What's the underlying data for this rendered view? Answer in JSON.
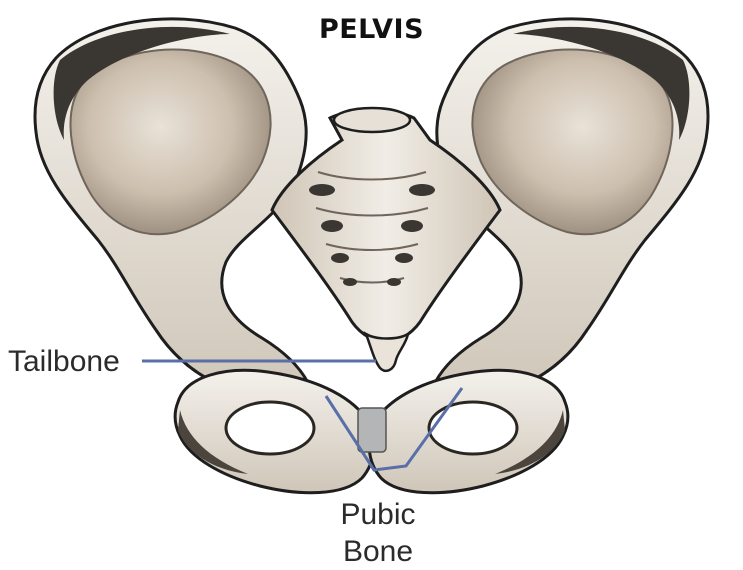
{
  "diagram": {
    "title": "PELVIS",
    "labels": {
      "tailbone": "Tailbone",
      "pubic_line1": "Pubic",
      "pubic_line2": "Bone"
    },
    "colors": {
      "bone_light": "#f1ede6",
      "bone_mid": "#c9bfb1",
      "bone_shadow": "#8f857a",
      "outline": "#1e1e1e",
      "pointer_line": "#5a6fa8",
      "cartilage": "#b3b5b6"
    }
  }
}
